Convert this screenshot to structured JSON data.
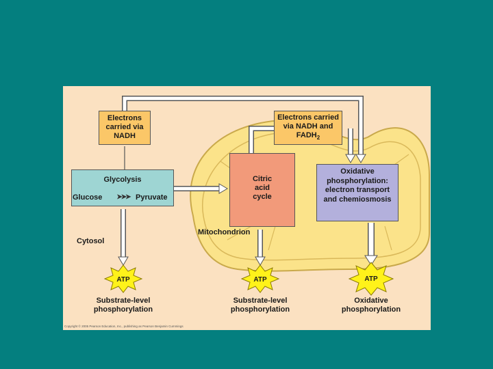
{
  "boxes": {
    "electrons_nadh": "Electrons carried via NADH",
    "electrons_nadh_fadh_line1": "Electrons carried",
    "electrons_nadh_fadh_line2": "via NADH and",
    "electrons_nadh_fadh_line3": "FADH",
    "electrons_nadh_fadh_sub": "2",
    "glycolysis": "Glycolysis",
    "glucose": "Glucose",
    "pyruvate": "Pyruvate",
    "citric_acid_cycle": "Citric acid cycle",
    "oxidative_phosphorylation": "Oxidative phosphorylation: electron transport and chemiosmosis"
  },
  "regions": {
    "cytosol": "Cytosol",
    "mitochondrion": "Mitochondrion"
  },
  "atp": {
    "label": "ATP",
    "outputs": [
      "Substrate-level phosphorylation",
      "Substrate-level phosphorylation",
      "Oxidative phosphorylation"
    ]
  },
  "copyright": "Copyright © 2005 Pearson Education, Inc., publishing as Pearson Benjamin Cummings",
  "colors": {
    "background": "#047f7f",
    "panel": "#fbe1c1",
    "mitochondrion": "#fbe38a",
    "electron_box": "#fbc768",
    "glycolysis_box": "#9ed5d3",
    "citric_box": "#f29a7a",
    "oxphos_box": "#b3b0dc",
    "atp_burst": "#fff21a"
  }
}
